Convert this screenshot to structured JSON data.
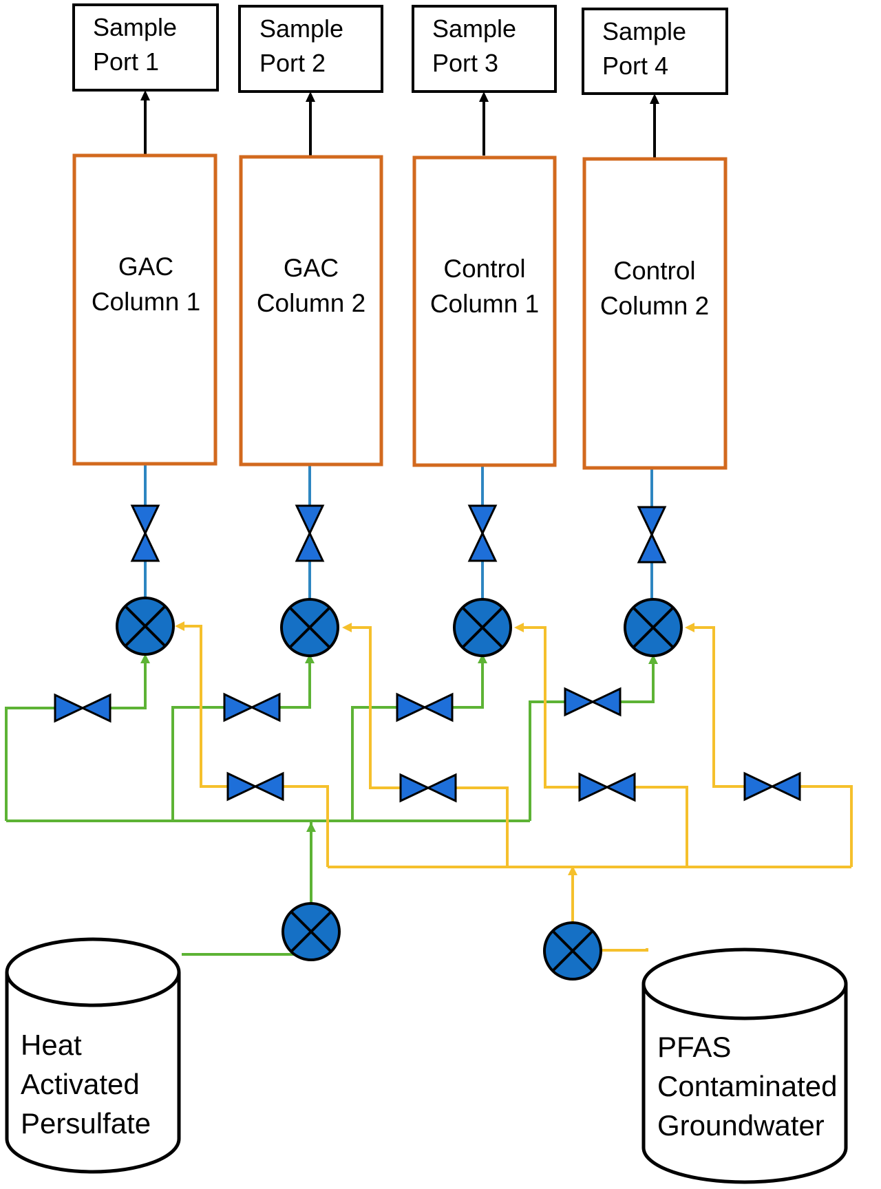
{
  "colors": {
    "column_border": "#D2691E",
    "persulfate_line": "#5DB335",
    "groundwater_line": "#F5C02C",
    "column_feed_line": "#2E86C1",
    "valve_fill": "#1E6FD9",
    "pump_fill": "#1570C5",
    "outline": "#000000"
  },
  "sample_ports": [
    {
      "line1": "Sample",
      "line2": "Port 1"
    },
    {
      "line1": "Sample",
      "line2": "Port 2"
    },
    {
      "line1": "Sample",
      "line2": "Port 3"
    },
    {
      "line1": "Sample",
      "line2": "Port 4"
    }
  ],
  "columns": [
    {
      "line1": "GAC",
      "line2": "Column 1"
    },
    {
      "line1": "GAC",
      "line2": "Column 2"
    },
    {
      "line1": "Control",
      "line2": "Column 1"
    },
    {
      "line1": "Control",
      "line2": "Column 2"
    }
  ],
  "tanks": {
    "persulfate": {
      "lines": [
        "Heat",
        "Activated",
        "Persulfate"
      ]
    },
    "groundwater": {
      "lines": [
        "PFAS",
        "Contaminated",
        "Groundwater"
      ]
    }
  },
  "icons": {
    "valve": "bowtie-valve-icon",
    "pump": "circle-x-pump-icon",
    "arrow": "arrowhead-icon"
  }
}
